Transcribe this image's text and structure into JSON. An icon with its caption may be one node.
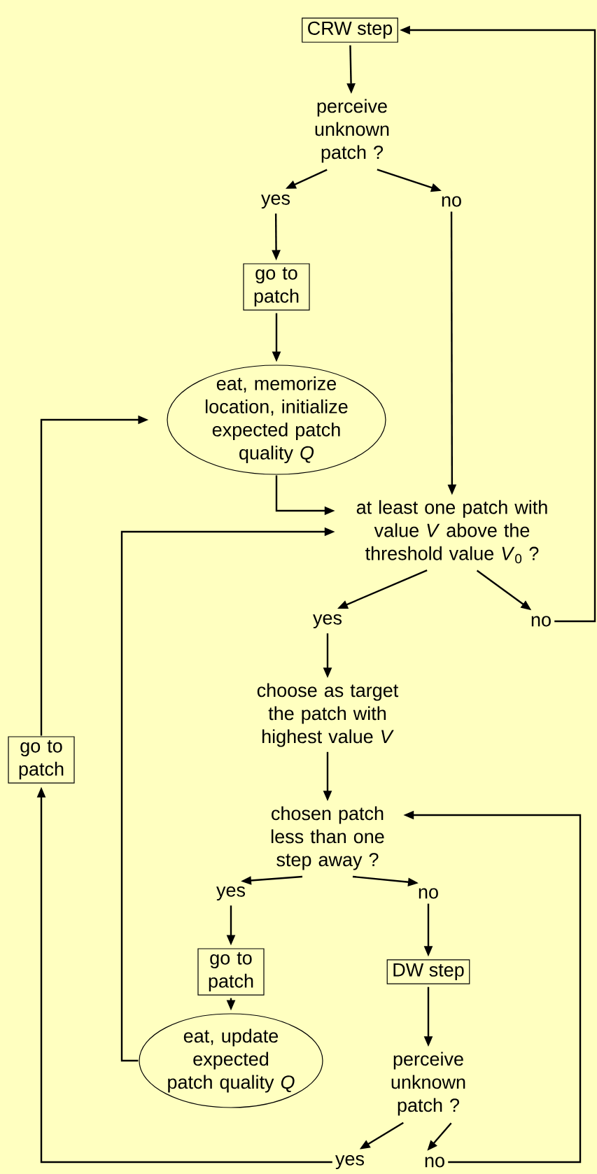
{
  "diagram": {
    "nodes": [
      {
        "text": [
          "CRW step"
        ]
      },
      {
        "text": [
          "perceive unknown patch ?"
        ]
      },
      {
        "text": [
          "yes"
        ]
      },
      {
        "text": [
          "no"
        ]
      },
      {
        "text": [
          "go to patch"
        ]
      },
      {
        "text": [
          "eat, memorize location, initialize expected patch quality *Q*"
        ]
      },
      {
        "text": [
          "at least one patch with value *V* above the threshold value *V*$_{0}$ ?"
        ]
      },
      {
        "text": [
          "yes"
        ]
      },
      {
        "text": [
          "no"
        ]
      },
      {
        "text": [
          "choose as target the patch with highest value *V*"
        ]
      },
      {
        "text": [
          "chosen patch less than one step away ?"
        ]
      },
      {
        "text": [
          "yes"
        ]
      },
      {
        "text": [
          "no"
        ]
      },
      {
        "text": [
          "go to patch"
        ]
      },
      {
        "text": [
          "eat, update expected patch quality *Q*"
        ]
      },
      {
        "text": [
          "DW step"
        ]
      },
      {
        "text": [
          "perceive unknown patch ?"
        ]
      },
      {
        "text": [
          "yes"
        ]
      },
      {
        "text": [
          "no"
        ]
      },
      {
        "text": [
          "go to patch"
        ]
      }
    ],
    "edges": [
      {
        "from": 0,
        "to": 1,
        "arrow": "to"
      },
      {
        "from": 1,
        "to": 2,
        "arrow": "to"
      },
      {
        "from": 1,
        "to": 3,
        "arrow": "to"
      },
      {
        "from": 2,
        "to": 4,
        "arrow": "to"
      },
      {
        "from": 4,
        "to": 5,
        "arrow": "to"
      },
      {
        "from": 3,
        "to": 6,
        "arrow": "to"
      },
      {
        "from": 5,
        "to": 6,
        "arrow": "to"
      },
      {
        "from": 6,
        "to": 7,
        "arrow": "to"
      },
      {
        "from": 6,
        "to": 8,
        "arrow": "to"
      },
      {
        "from": 8,
        "to": 0,
        "arrow": "to"
      },
      {
        "from": 7,
        "to": 9,
        "arrow": "to"
      },
      {
        "from": 9,
        "to": 10,
        "arrow": "to"
      },
      {
        "from": 10,
        "to": 11,
        "arrow": "to"
      },
      {
        "from": 10,
        "to": 12,
        "arrow": "to"
      },
      {
        "from": 11,
        "to": 13,
        "arrow": "to"
      },
      {
        "from": 13,
        "to": 14,
        "arrow": "to"
      },
      {
        "from": 12,
        "to": 15,
        "arrow": "to"
      },
      {
        "from": 15,
        "to": 16,
        "arrow": "to"
      },
      {
        "from": 16,
        "to": 17,
        "arrow": "to"
      },
      {
        "from": 16,
        "to": 18,
        "arrow": "to"
      },
      {
        "from": 18,
        "to": 10,
        "arrow": "to"
      },
      {
        "from": 14,
        "to": 6,
        "arrow": "to"
      },
      {
        "from": 17,
        "to": 19,
        "arrow": "to"
      },
      {
        "from": 19,
        "to": 5,
        "arrow": "to"
      }
    ]
  }
}
